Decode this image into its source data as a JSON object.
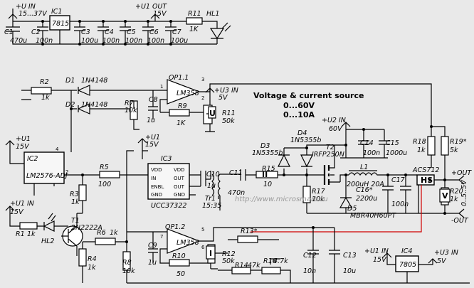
{
  "title": {
    "line1": "Voltage & current source",
    "line2": "0...60V",
    "line3": "0...10A"
  },
  "watermark": "http://www.microsmart.eu",
  "supply": {
    "uin": "+U IN",
    "uin_range": "15...37V",
    "u1out": "+U1 OUT",
    "u1out_v": "15V"
  },
  "labels": {
    "C1": "C1",
    "C1v": "470u",
    "C2": "C2",
    "C2v": "100n",
    "IC1": "IC1",
    "IC1v": "7815",
    "C3": "C3",
    "C3v": "100u",
    "C4": "C4",
    "C4v": "100n",
    "C5": "C5",
    "C5v": "100n",
    "C6": "C6",
    "C6v": "100n",
    "C7": "C7",
    "C7v": "100u",
    "R11a": "R11",
    "R11av": "1K",
    "HL1": "HL1",
    "R2": "R2",
    "R2v": "1k",
    "D1": "D1",
    "D1v": "1N4148",
    "D2": "D2",
    "D2v": "1N4148",
    "OP11": "OP1.1",
    "LM358a": "LM358",
    "R7": "R7",
    "R7v": "10k",
    "C8": "C8",
    "C8v": "1u",
    "R9": "R9",
    "R9v": "1K",
    "U3in": "+U3 IN",
    "U3v": "5V",
    "R11": "R11",
    "R11v": "50k",
    "U2in": "+U2 IN",
    "U2v": "60V",
    "C14": "C14",
    "C14v": "100n",
    "C15": "C15",
    "C15v": "1000u",
    "R18": "R18",
    "R18v": "1k",
    "R19": "R19*",
    "R19v": "5k",
    "D3": "D3",
    "D3v": "1N5355b",
    "D4": "D4",
    "D4v": "1N5355b",
    "T2": "T2",
    "T2v": "IRFP250N",
    "IC2": "IC2",
    "IC2v": "LM2576-ADJ",
    "U1in": "+U1",
    "U1v": "15V",
    "IC3": "IC3",
    "IC3v": "UCC37322",
    "C10": "C10",
    "C10v": "1u",
    "C11": "C11",
    "C11v": "470n",
    "R15": "R15",
    "R15v": "10",
    "R5": "R5",
    "R5v": "100",
    "R3": "R3",
    "R3v": "1k",
    "Tr1": "Tr1",
    "Tr1v": "15:35",
    "R17": "R17",
    "R17v": "10k",
    "L1": "L1",
    "L1v": "200uH 20A",
    "C16": "C16*",
    "C16v": "2200u",
    "C17": "C17",
    "C17v": "100n",
    "ACS": "ACS712",
    "HS": "HS",
    "R20": "R20",
    "R20v": "1k",
    "outp": "+OUT",
    "outn": "-OUT",
    "outrange": "0..5..5V",
    "D5": "D5",
    "D5v": "MBR40H60PT",
    "U1in2": "+U1 IN",
    "U1in2v": "15V",
    "R1": "R1",
    "R1v": "1k",
    "HL2": "HL2",
    "T1": "T1",
    "T1v": "2N2222A",
    "R6": "R6",
    "R6v": "1k",
    "R4": "R4",
    "R4v": "1k",
    "R8": "R8",
    "R8v": "10k",
    "OP12": "OP1.2",
    "LM358b": "LM358",
    "C9": "C9",
    "C9v": "1u",
    "R10": "R10",
    "R10v": "50",
    "R12": "R12",
    "R12v": "50k",
    "R13": "R13*",
    "R14": "R14",
    "R14v": "47k",
    "R16": "R16",
    "R16v": "4.7k",
    "C12": "C12",
    "C12v": "10n",
    "C13": "C13",
    "C13v": "10u",
    "U1in3": "+U1 IN",
    "U1in3v": "15V",
    "IC4": "IC4",
    "IC4v": "7805",
    "U3in2": "+U3 IN",
    "U3in2v": "5V",
    "ic3_vdd1": "VDD",
    "ic3_in": "IN",
    "ic3_enbl": "ENBL",
    "ic3_gnd1": "GND",
    "ic3_vdd2": "VDD",
    "ic3_out1": "OUT",
    "ic3_out2": "OUT",
    "ic3_gnd2": "GND",
    "mV": "V",
    "mU": "U",
    "mI": "I",
    "R11n": "II"
  }
}
